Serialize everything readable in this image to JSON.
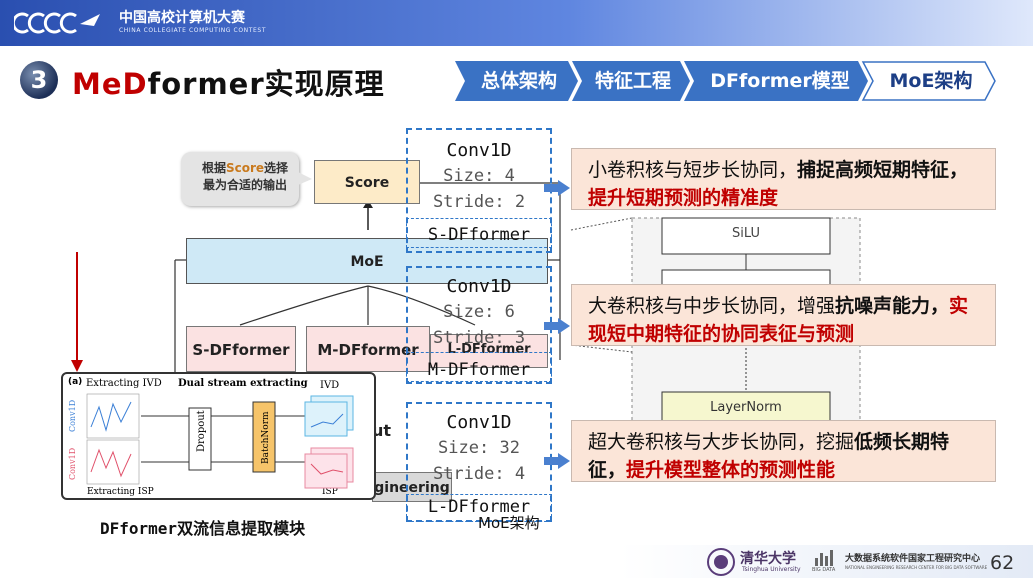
{
  "header": {
    "contest_title": "中国高校计算机大赛",
    "contest_subtitle": "CHINA COLLEGIATE COMPUTING CONTEST"
  },
  "slide": {
    "number": "3",
    "title_highlight": "MeD",
    "title_rest": "former实现原理",
    "page_number": "62"
  },
  "breadcrumb": [
    "总体架构",
    "特征工程",
    "DFformer模型",
    "MoE架构"
  ],
  "diagram": {
    "speech_note_line1": "根据",
    "speech_note_score": "Score",
    "speech_note_line1b": "选择",
    "speech_note_line2": "最为合适的输出",
    "score_node": "Score",
    "moe_node": "MoE",
    "s_dfformer": "S-DFformer",
    "m_dfformer": "M-DFformer",
    "l_dfformer": "L-DFformer",
    "partial_node": "ut",
    "engineering_node": "gineering",
    "silu": "SiLU",
    "layernorm": "LayerNorm",
    "inset": {
      "panel_label": "(a)",
      "extracting_ivd": "Extracting IVD",
      "dual_stream": "Dual stream extracting",
      "ivd": "IVD",
      "dropout": "Dropout",
      "batchnorm": "BatchNorm",
      "conv1d_top": "Conv1D",
      "conv1d_bottom": "Conv1D",
      "extracting_isp": "Extracting ISP",
      "isp": "ISP"
    },
    "inset_caption": "DFformer双流信息提取模块"
  },
  "conv_boxes": [
    {
      "line1": "Conv1D",
      "line2": "Size: 4",
      "line3": "Stride: 2",
      "label": "S-DFformer"
    },
    {
      "line1": "Conv1D",
      "line2": "Size: 6",
      "line3": "Stride: 3",
      "label": "M-DFformer"
    },
    {
      "line1": "Conv1D",
      "line2": "Size: 32",
      "line3": "Stride: 4",
      "label": "L-DFformer"
    }
  ],
  "moe_caption": "MoE架构",
  "callouts": [
    {
      "p1": "小卷积核与短步长协同，",
      "p2": "捕捉高频短期特征",
      "p3": "，",
      "p4": "提升短期预测的精准度"
    },
    {
      "p1": "大卷积核与中步长协同，增强",
      "p2": "抗噪声能力",
      "p3": "，",
      "p4": "实现短中期特征的协同表征与预测"
    },
    {
      "p1": "超大卷积核与大步长协同，挖掘",
      "p2": "低频长期特征",
      "p3": "，",
      "p4": "提升模型整体的预测性能"
    }
  ],
  "footer": {
    "univ_name": "清华大学",
    "univ_en": "Tsinghua University",
    "center_name": "大数据系统软件国家工程研究中心",
    "center_en": "NATIONAL ENGINEERING RESEARCH CENTER FOR BIG DATA SOFTWARE",
    "center_abbr": "BIG DATA"
  },
  "colors": {
    "accent_red": "#c00000",
    "accent_blue": "#2f77c8",
    "callout_bg": "#fbe5d8"
  }
}
